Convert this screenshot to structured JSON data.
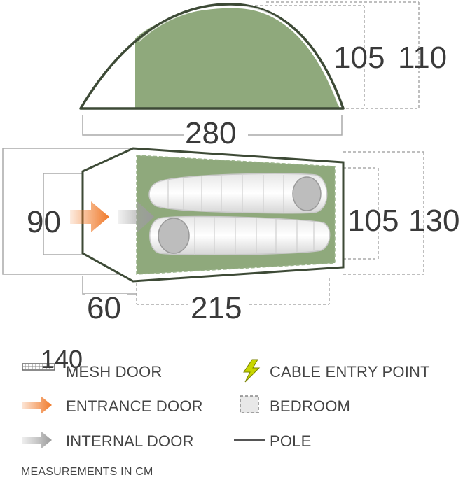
{
  "dimensions": {
    "side_inner_height": "105",
    "side_outer_height": "110",
    "side_length": "280",
    "plan_vestibule_width": "90",
    "plan_inner_width": "105",
    "plan_outer_width": "130",
    "plan_vestibule_depth": "60",
    "plan_inner_length": "215",
    "mesh_door_size": "140"
  },
  "legend": {
    "mesh_door": "MESH DOOR",
    "entrance_door": "ENTRANCE DOOR",
    "internal_door": "INTERNAL DOOR",
    "cable_entry": "CABLE ENTRY POINT",
    "bedroom": "BEDROOM",
    "pole": "POLE"
  },
  "footnote": "MEASUREMENTS IN CM",
  "colors": {
    "inner_green": "#8fa97c",
    "outline": "#3d4a36",
    "entrance_arrow": "#f07a2a",
    "internal_arrow": "#a8a8a8",
    "cable_entry": "#c8d600",
    "dashed": "#aaaaaa"
  }
}
